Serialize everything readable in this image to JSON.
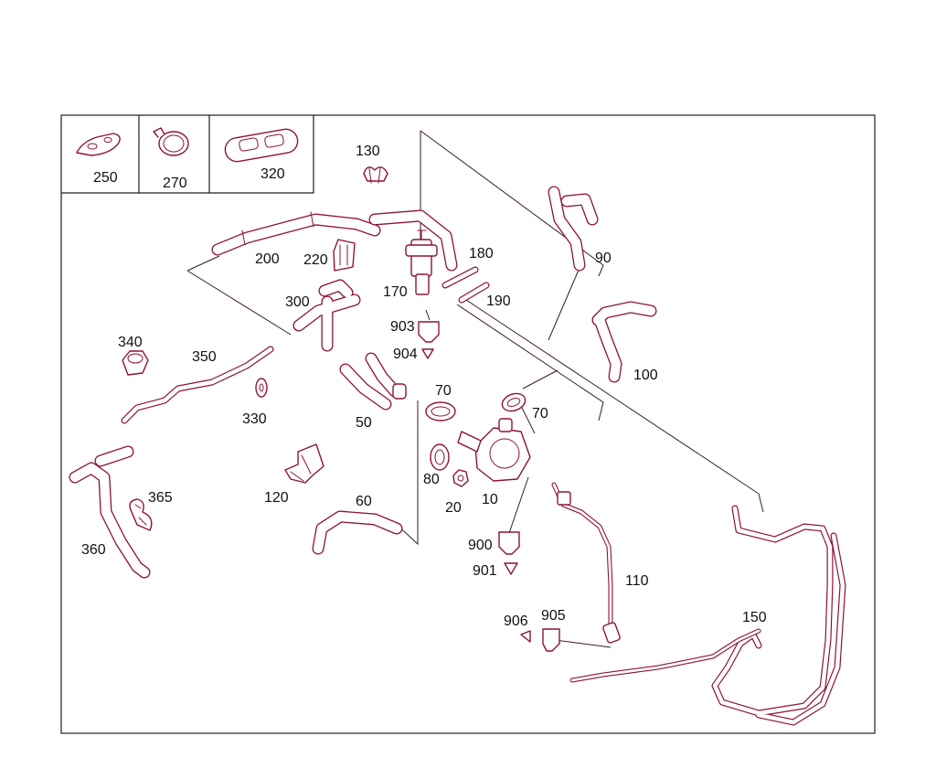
{
  "diagram": {
    "colors": {
      "line": "#8e1238",
      "leader": "#3a1c28",
      "text": "#111111",
      "background": "#ffffff"
    },
    "legend_parts": [
      {
        "number": "250",
        "icon": "grommet-plate-icon"
      },
      {
        "number": "270",
        "icon": "hose-clamp-icon"
      },
      {
        "number": "320",
        "icon": "rubber-mount-icon"
      }
    ],
    "callouts": {
      "p130": "130",
      "p90": "90",
      "p200": "200",
      "p220": "220",
      "p180": "180",
      "p170": "170",
      "p190": "190",
      "p300": "300",
      "p903": "903",
      "p904": "904",
      "p340": "340",
      "p350": "350",
      "p100": "100",
      "p330": "330",
      "p50": "50",
      "p70a": "70",
      "p70b": "70",
      "p80": "80",
      "p20": "20",
      "p10": "10",
      "p120": "120",
      "p365": "365",
      "p60": "60",
      "p360": "360",
      "p900": "900",
      "p901": "901",
      "p110": "110",
      "p906": "906",
      "p905": "905",
      "p150": "150"
    }
  }
}
